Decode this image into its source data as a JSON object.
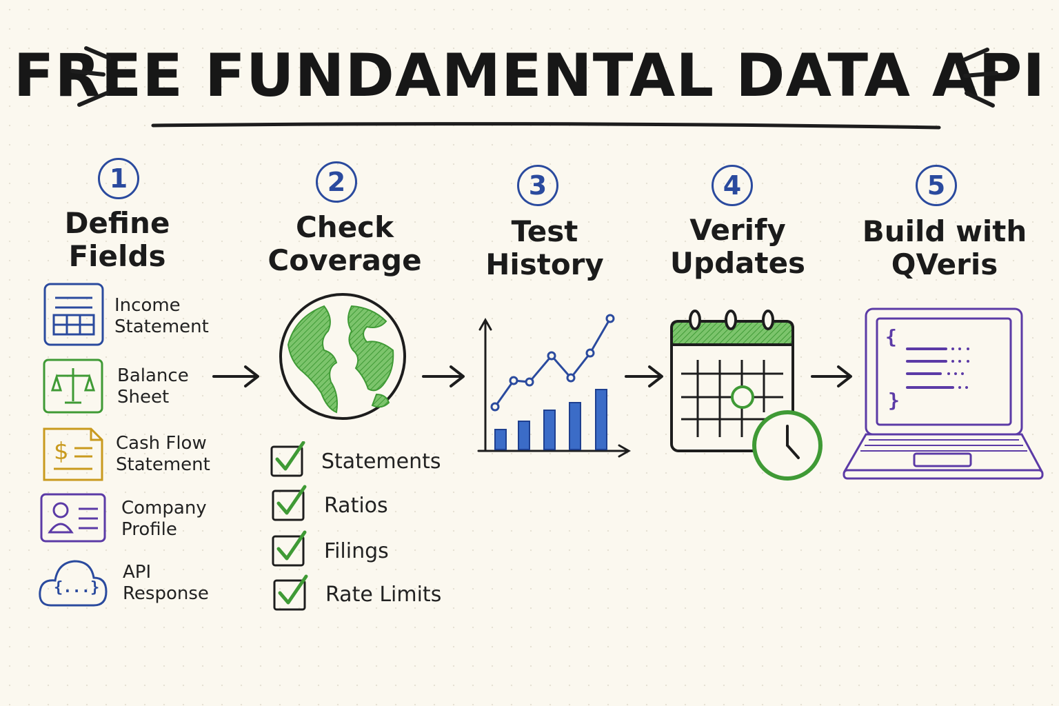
{
  "title": "FREE FUNDAMENTAL DATA API",
  "steps": [
    {
      "number": "1",
      "title_line1": "Define",
      "title_line2": "Fields"
    },
    {
      "number": "2",
      "title_line1": "Check",
      "title_line2": "Coverage"
    },
    {
      "number": "3",
      "title_line1": "Test",
      "title_line2": "History"
    },
    {
      "number": "4",
      "title_line1": "Verify",
      "title_line2": "Updates"
    },
    {
      "number": "5",
      "title_line1": "Build with",
      "title_line2": "QVeris"
    }
  ],
  "fields": [
    {
      "line1": "Income",
      "line2": "Statement",
      "icon": "table-document-icon"
    },
    {
      "line1": "Balance",
      "line2": "Sheet",
      "icon": "scales-icon"
    },
    {
      "line1": "Cash Flow",
      "line2": "Statement",
      "icon": "dollar-document-icon"
    },
    {
      "line1": "Company",
      "line2": "Profile",
      "icon": "profile-card-icon"
    },
    {
      "line1": "API",
      "line2": "Response",
      "icon": "cloud-code-icon"
    }
  ],
  "checklist": [
    "Statements",
    "Ratios",
    "Filings",
    "Rate Limits"
  ],
  "code": {
    "open": "{",
    "close": "}",
    "ellipsis": "{...}"
  },
  "colors": {
    "blue": "#2a4a9e",
    "green": "#3f9a35",
    "gold": "#c99a1e",
    "purple": "#5b3aa6",
    "ink": "#1d1d1d"
  }
}
